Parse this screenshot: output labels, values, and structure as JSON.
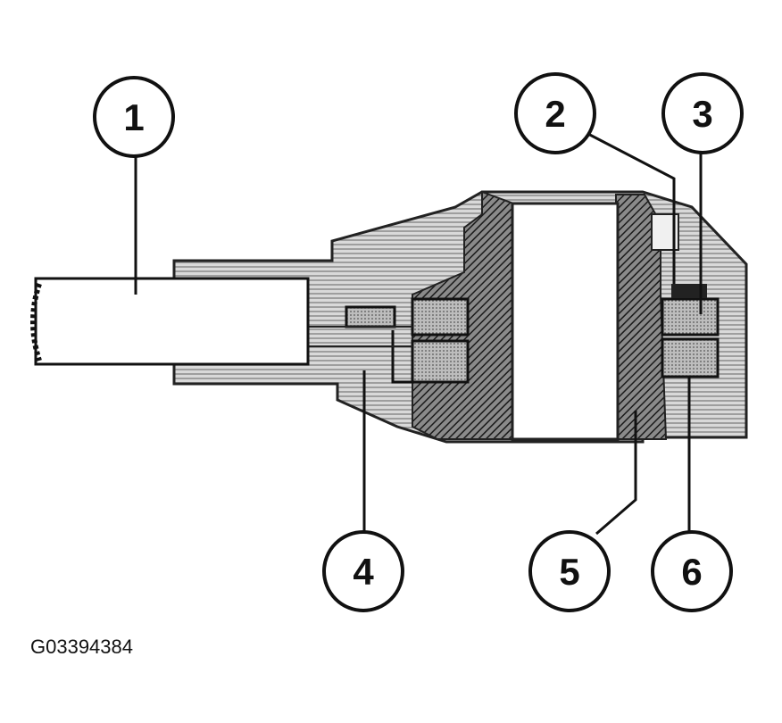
{
  "callouts": [
    {
      "id": "1",
      "label": "1"
    },
    {
      "id": "2",
      "label": "2"
    },
    {
      "id": "3",
      "label": "3"
    },
    {
      "id": "4",
      "label": "4"
    },
    {
      "id": "5",
      "label": "5"
    },
    {
      "id": "6",
      "label": "6"
    }
  ],
  "figure_id": "G03394384",
  "colors": {
    "ink": "#111111",
    "shade": "#9a9a9a",
    "light": "#d4d4d4",
    "hatch": "#3a3a3a"
  }
}
